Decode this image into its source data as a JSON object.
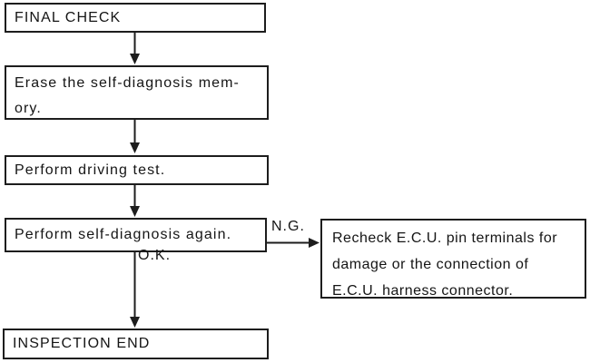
{
  "diagram": {
    "type": "flowchart",
    "nodes": [
      {
        "id": "final-check",
        "text": "FINAL CHECK"
      },
      {
        "id": "erase-memory",
        "text": "Erase the self-diagnosis mem-\nory."
      },
      {
        "id": "driving-test",
        "text": "Perform driving test."
      },
      {
        "id": "self-diagnosis-again",
        "text": "Perform self-diagnosis again."
      },
      {
        "id": "inspection-end",
        "text": "INSPECTION END"
      },
      {
        "id": "recheck-ecu",
        "text": "Recheck E.C.U. pin terminals for\ndamage or the connection of\nE.C.U. harness connector."
      }
    ],
    "edges": [
      {
        "from": "final-check",
        "to": "erase-memory",
        "label": ""
      },
      {
        "from": "erase-memory",
        "to": "driving-test",
        "label": ""
      },
      {
        "from": "driving-test",
        "to": "self-diagnosis-again",
        "label": ""
      },
      {
        "from": "self-diagnosis-again",
        "to": "inspection-end",
        "label": "O.K."
      },
      {
        "from": "self-diagnosis-again",
        "to": "recheck-ecu",
        "label": "N.G."
      }
    ],
    "edge_labels": {
      "ok": "O.K.",
      "ng": "N.G."
    },
    "colors": {
      "line": "#1d1d1d",
      "background": "#ffffff",
      "text": "#151515"
    }
  }
}
